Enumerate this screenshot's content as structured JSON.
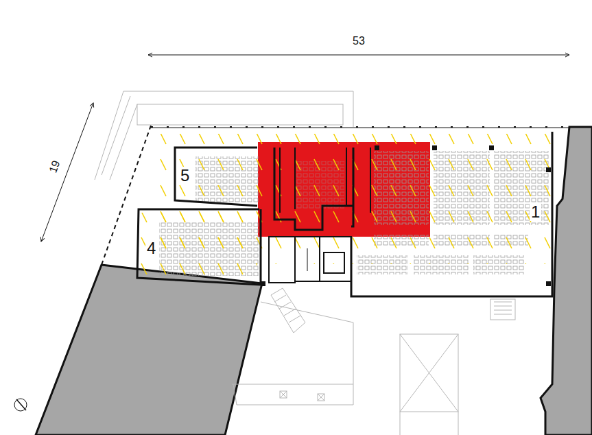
{
  "diagram": {
    "labels": [
      "53",
      "19",
      "5",
      "4",
      "1"
    ]
  }
}
